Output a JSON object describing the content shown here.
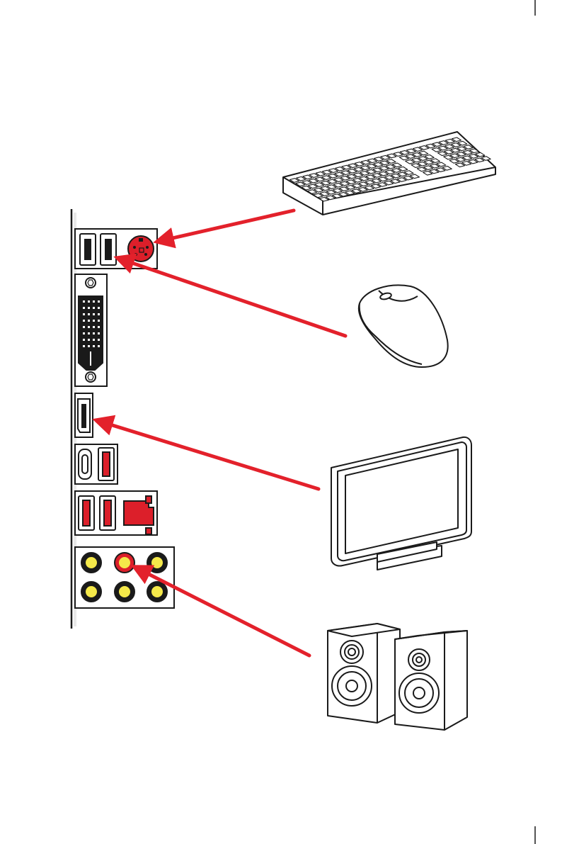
{
  "diagram": {
    "description_text": "",
    "colors": {
      "ink": "#1a1a1a",
      "accent_red": "#e3212b",
      "port_red": "#dc1f2a",
      "jack_yellow": "#f5e94a",
      "paper": "#ffffff",
      "light_gray": "#e8e8e8"
    },
    "io_panel": {
      "ports": [
        {
          "id": "usb-a-1",
          "kind": "usb-a",
          "highlight": false
        },
        {
          "id": "usb-a-2",
          "kind": "usb-a",
          "highlight": false
        },
        {
          "id": "ps2",
          "kind": "ps2-combo",
          "highlight": true
        },
        {
          "id": "dvi",
          "kind": "dvi-d",
          "highlight": false
        },
        {
          "id": "hdmi",
          "kind": "hdmi",
          "highlight": false
        },
        {
          "id": "usb-c",
          "kind": "usb-c",
          "highlight": false
        },
        {
          "id": "usb-a-3",
          "kind": "usb-a",
          "highlight": true
        },
        {
          "id": "usb-a-4",
          "kind": "usb-a",
          "highlight": true
        },
        {
          "id": "usb-a-5",
          "kind": "usb-a",
          "highlight": true
        },
        {
          "id": "lan",
          "kind": "rj45",
          "highlight": true
        },
        {
          "id": "audio-jacks",
          "kind": "audio-6",
          "count": 6
        }
      ]
    },
    "devices": [
      {
        "id": "keyboard",
        "icon": "keyboard-icon",
        "connects_to": "ps2"
      },
      {
        "id": "mouse",
        "icon": "mouse-icon",
        "connects_to": "usb-a-2"
      },
      {
        "id": "monitor",
        "icon": "monitor-icon",
        "connects_to": "hdmi"
      },
      {
        "id": "speakers",
        "icon": "speakers-icon",
        "connects_to": "audio-line-out"
      }
    ]
  }
}
